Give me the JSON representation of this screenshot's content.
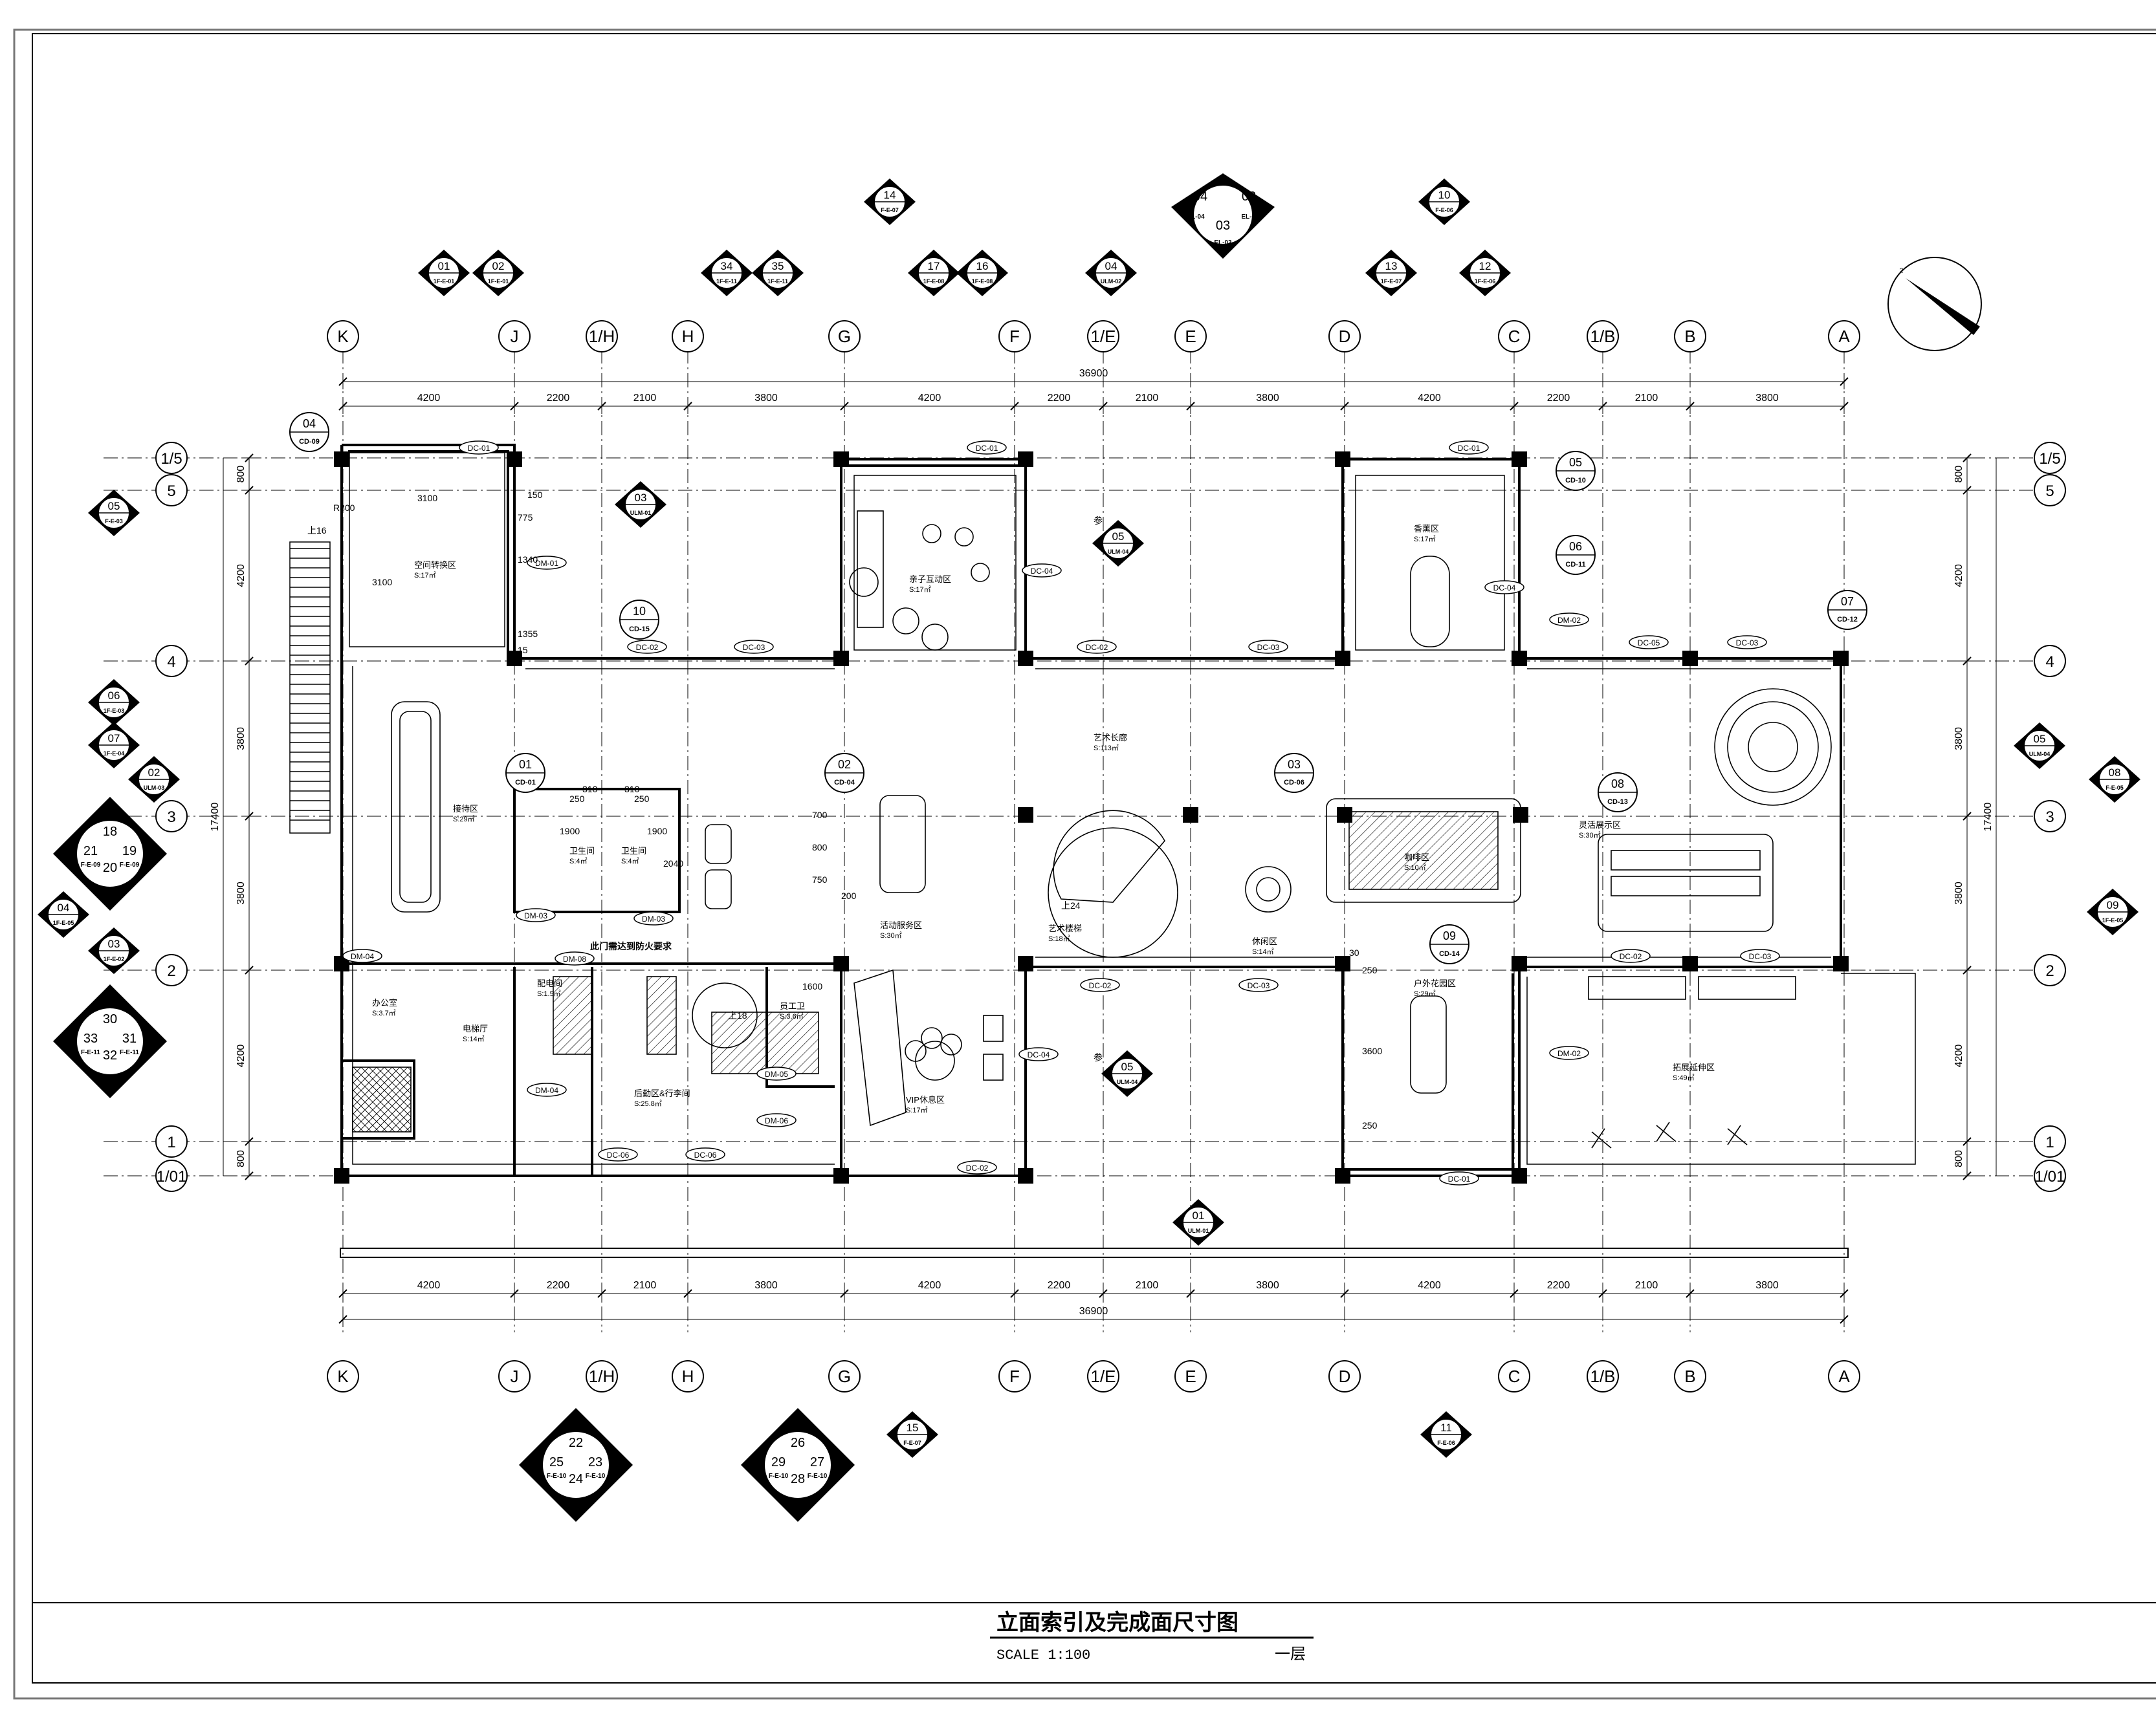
{
  "drawing": {
    "title": "立面索引及完成面尺寸图",
    "scale": "SCALE 1:100",
    "floor": "一层"
  },
  "grid": {
    "columns": [
      "K",
      "J",
      "1/H",
      "H",
      "G",
      "F",
      "1/E",
      "E",
      "D",
      "C",
      "1/B",
      "B",
      "A"
    ],
    "rows": [
      "1/5",
      "5",
      "4",
      "3",
      "2",
      "1",
      "1/01"
    ],
    "overall_width": "36900",
    "overall_depth": "17400",
    "bay_widths": [
      "4200",
      "2200",
      "2100",
      "3800",
      "4200",
      "2200",
      "2100",
      "3800",
      "4200",
      "2200",
      "2100",
      "3800"
    ],
    "row_spacings": [
      "800",
      "4200",
      "3800",
      "3800",
      "4200",
      "800"
    ]
  },
  "rooms": [
    {
      "name": "空间转换区",
      "area": "S:17㎡"
    },
    {
      "name": "亲子互动区",
      "area": "S:17㎡"
    },
    {
      "name": "香薰区",
      "area": "S:17㎡"
    },
    {
      "name": "接待区",
      "area": "S:29㎡"
    },
    {
      "name": "艺术长廊",
      "area": "S:113㎡"
    },
    {
      "name": "卫生间",
      "area": "S:4㎡"
    },
    {
      "name": "卫生间",
      "area": "S:4㎡"
    },
    {
      "name": "活动服务区",
      "area": "S:30㎡"
    },
    {
      "name": "咖啡区",
      "area": "S:10㎡"
    },
    {
      "name": "灵活展示区",
      "area": "S:30㎡"
    },
    {
      "name": "艺术楼梯",
      "area": "S:18㎡"
    },
    {
      "name": "休闲区",
      "area": "S:14㎡"
    },
    {
      "name": "户外花园区",
      "area": "S:29㎡"
    },
    {
      "name": "办公室",
      "area": "S:3.7㎡"
    },
    {
      "name": "电梯厅",
      "area": "S:14㎡"
    },
    {
      "name": "配电间",
      "area": "S:1.5㎡"
    },
    {
      "name": "后勤区&行李间",
      "area": "S:25.8㎡"
    },
    {
      "name": "员工卫",
      "area": "S:3.6㎡"
    },
    {
      "name": "VIP休息区",
      "area": "S:17㎡"
    },
    {
      "name": "拓展延伸区",
      "area": "S:49㎡"
    }
  ],
  "tags": {
    "doors": [
      "DC-01",
      "DC-01",
      "DC-01",
      "DC-02",
      "DC-03",
      "DC-02",
      "DC-03",
      "DC-04",
      "DC-04",
      "DC-05",
      "DC-03",
      "DC-02",
      "DC-03",
      "DC-02",
      "DC-03",
      "DC-04",
      "DC-01",
      "DC-06",
      "DC-06",
      "DC-02",
      "DM-01",
      "DM-02",
      "DM-02",
      "DM-03",
      "DM-03",
      "DM-04",
      "DM-04",
      "DM-05",
      "DM-06",
      "DM-08"
    ],
    "note": "此门需达到防火要求",
    "labels": [
      "参",
      "参",
      "上16",
      "上24",
      "上18"
    ]
  },
  "elevation_markers": {
    "top": [
      {
        "num": "01",
        "ref": "1F-E-01"
      },
      {
        "num": "02",
        "ref": "1F-E-01"
      },
      {
        "num": "34",
        "ref": "1F-E-11"
      },
      {
        "num": "35",
        "ref": "1F-E-11"
      },
      {
        "num": "14",
        "ref": "F-E-07"
      },
      {
        "num": "17",
        "ref": "1F-E-08"
      },
      {
        "num": "16",
        "ref": "1F-E-08"
      },
      {
        "num": "04",
        "ref": "ULM-02"
      },
      {
        "num": "13",
        "ref": "1F-E-07"
      },
      {
        "num": "12",
        "ref": "1F-E-06"
      },
      {
        "num": "10",
        "ref": "F-E-06"
      }
    ],
    "cluster_top": {
      "a": "04",
      "b": "02",
      "c": "03",
      "ref_a": "EL-04",
      "ref_b": "EL-02",
      "ref_c": "EL-03"
    },
    "left": [
      {
        "num": "05",
        "ref": "F-E-03"
      },
      {
        "num": "06",
        "ref": "1F-E-03"
      },
      {
        "num": "07",
        "ref": "1F-E-04"
      },
      {
        "num": "04",
        "ref": "1F-E-05"
      },
      {
        "num": "03",
        "ref": "1F-E-02"
      }
    ],
    "left_clusters": [
      {
        "n": "18",
        "w": "21",
        "e": "19",
        "s": "20",
        "ref": "F-E-09"
      },
      {
        "n": "30",
        "w": "33",
        "e": "31",
        "s": "32",
        "ref": "F-E-11"
      }
    ],
    "right": [
      {
        "num": "08",
        "ref": "F-E-05"
      },
      {
        "num": "09",
        "ref": "1F-E-05"
      }
    ],
    "bottom": [
      {
        "num": "15",
        "ref": "F-E-07"
      },
      {
        "num": "11",
        "ref": "F-E-06"
      }
    ],
    "bottom_clusters": [
      {
        "n": "22",
        "w": "25",
        "e": "23",
        "s": "24",
        "ref": "F-E-10"
      },
      {
        "n": "26",
        "w": "29",
        "e": "27",
        "s": "28",
        "ref": "F-E-10"
      }
    ],
    "ulm": [
      {
        "num": "03",
        "ref": "ULM-01"
      },
      {
        "num": "05",
        "ref": "ULM-04"
      },
      {
        "num": "05",
        "ref": "ULM-04"
      },
      {
        "num": "05",
        "ref": "ULM-04"
      },
      {
        "num": "02",
        "ref": "ULM-03"
      },
      {
        "num": "01",
        "ref": "ULM-01"
      }
    ]
  },
  "detail_callouts": [
    {
      "num": "04",
      "ref": "CD-09"
    },
    {
      "num": "10",
      "ref": "CD-15"
    },
    {
      "num": "01",
      "ref": "CD-01"
    },
    {
      "num": "02",
      "ref": "CD-04"
    },
    {
      "num": "03",
      "ref": "CD-06"
    },
    {
      "num": "05",
      "ref": "CD-10"
    },
    {
      "num": "06",
      "ref": "CD-11"
    },
    {
      "num": "07",
      "ref": "CD-12"
    },
    {
      "num": "08",
      "ref": "CD-13"
    },
    {
      "num": "09",
      "ref": "CD-14"
    }
  ],
  "local_dims": [
    "3100",
    "3100",
    "1340",
    "1355",
    "15",
    "775",
    "150",
    "R800",
    "250",
    "310",
    "310",
    "250",
    "1900",
    "1900",
    "2040",
    "700",
    "800",
    "750",
    "200",
    "1600",
    "30",
    "250",
    "3600",
    "250"
  ]
}
